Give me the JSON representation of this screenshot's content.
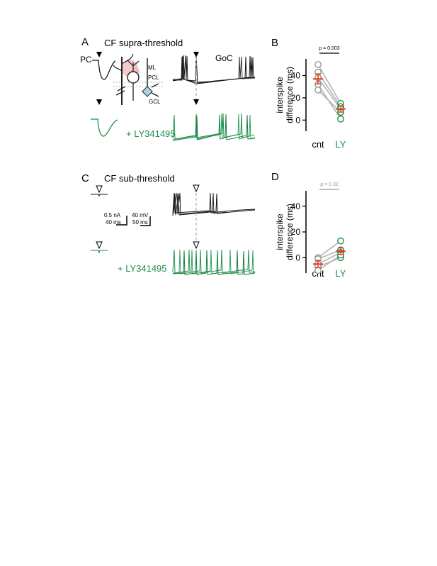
{
  "colors": {
    "control": "#1a1a1a",
    "drug": "#1e8f4e",
    "mean": "#e0401f",
    "dots": "#9a9a9a",
    "schematic_red": "#f2b8b8",
    "schematic_cell": "#a9d4dc"
  },
  "panel_a": {
    "letter": "A",
    "title": "CF supra-threshold",
    "pc_label": "PC",
    "goc_label": "GoC",
    "drug_label": "+ LY341495",
    "layers": {
      "ml": "ML",
      "pcl": "PCL",
      "gcl": "GCL"
    }
  },
  "panel_c": {
    "letter": "C",
    "title": "CF sub-threshold",
    "drug_label": "+ LY341495",
    "scalebar_left": {
      "top": "0.5 nA",
      "bottom": "40 ms"
    },
    "scalebar_right": {
      "top": "40 mV",
      "bottom": "50 ms"
    }
  },
  "chart_data": [
    {
      "type": "scatter",
      "panel": "B",
      "ylabel": "interspike\ndifference (ms)",
      "categories": [
        "cnt",
        "LY"
      ],
      "yticks": [
        0,
        20,
        40
      ],
      "ylim": [
        -10,
        55
      ],
      "pvalue": "p = 0.003",
      "pvalue_color": "#000000",
      "pairs": [
        [
          50,
          15
        ],
        [
          43,
          12
        ],
        [
          38,
          10
        ],
        [
          32,
          1
        ],
        [
          27,
          7
        ]
      ],
      "means": [
        37,
        10
      ],
      "sems": [
        4.5,
        2.8
      ]
    },
    {
      "type": "scatter",
      "panel": "D",
      "ylabel": "interspike\ndifference (ms)",
      "categories": [
        "cnt",
        "LY"
      ],
      "yticks": [
        0,
        20,
        40
      ],
      "ylim": [
        -12,
        52
      ],
      "pvalue": "p = 0.32",
      "pvalue_color": "#999999",
      "pairs": [
        [
          0,
          13
        ],
        [
          -1,
          6
        ],
        [
          -5,
          4
        ],
        [
          -7,
          0
        ],
        [
          -10,
          2
        ]
      ],
      "means": [
        -5,
        5
      ],
      "sems": [
        2.8,
        2.6
      ]
    }
  ]
}
